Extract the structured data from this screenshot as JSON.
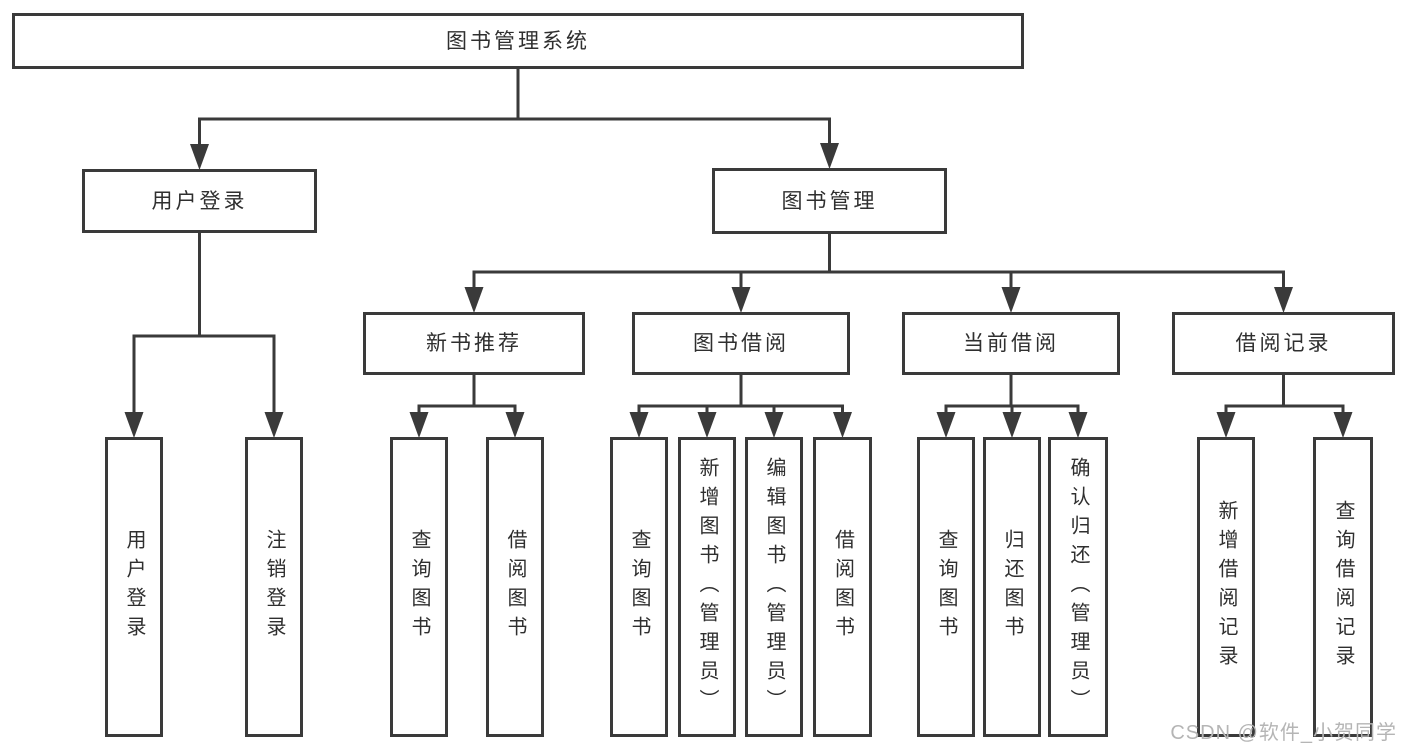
{
  "diagram": {
    "nodes": [
      {
        "id": "root",
        "label": "图书管理系统"
      },
      {
        "id": "user-login",
        "label": "用户登录"
      },
      {
        "id": "book-mgmt",
        "label": "图书管理"
      },
      {
        "id": "new-book-rec",
        "label": "新书推荐"
      },
      {
        "id": "book-borrow",
        "label": "图书借阅"
      },
      {
        "id": "current-borrow",
        "label": "当前借阅"
      },
      {
        "id": "borrow-records",
        "label": "借阅记录"
      },
      {
        "id": "leaf-user-login",
        "label": "用户登录"
      },
      {
        "id": "leaf-logout-login",
        "label": "注销登录"
      },
      {
        "id": "leaf-query-book-rec",
        "label": "查询图书"
      },
      {
        "id": "leaf-borrow-book-rec",
        "label": "借阅图书"
      },
      {
        "id": "leaf-query-book-borrow",
        "label": "查询图书"
      },
      {
        "id": "leaf-add-book",
        "label": "新增图书（管理员）"
      },
      {
        "id": "leaf-edit-book",
        "label": "编辑图书（管理员）"
      },
      {
        "id": "leaf-borrow-book",
        "label": "借阅图书"
      },
      {
        "id": "leaf-query-book-current",
        "label": "查询图书"
      },
      {
        "id": "leaf-return-book",
        "label": "归还图书"
      },
      {
        "id": "leaf-confirm-return",
        "label": "确认归还（管理员）"
      },
      {
        "id": "leaf-add-borrow-record",
        "label": "新增借阅记录"
      },
      {
        "id": "leaf-query-borrow-record",
        "label": "查询借阅记录"
      }
    ],
    "edges": [
      {
        "from": "root",
        "to": [
          "user-login",
          "book-mgmt"
        ]
      },
      {
        "from": "user-login",
        "to": [
          "leaf-user-login",
          "leaf-logout-login"
        ]
      },
      {
        "from": "book-mgmt",
        "to": [
          "new-book-rec",
          "book-borrow",
          "current-borrow",
          "borrow-records"
        ]
      },
      {
        "from": "new-book-rec",
        "to": [
          "leaf-query-book-rec",
          "leaf-borrow-book-rec"
        ]
      },
      {
        "from": "book-borrow",
        "to": [
          "leaf-query-book-borrow",
          "leaf-add-book",
          "leaf-edit-book",
          "leaf-borrow-book"
        ]
      },
      {
        "from": "current-borrow",
        "to": [
          "leaf-query-book-current",
          "leaf-return-book",
          "leaf-confirm-return"
        ]
      },
      {
        "from": "borrow-records",
        "to": [
          "leaf-add-borrow-record",
          "leaf-query-borrow-record"
        ]
      }
    ]
  },
  "watermark": {
    "text": "CSDN @软件_小贺同学"
  },
  "colors": {
    "line": "#3a3a3a",
    "text": "#2f2f2f",
    "watermark": "#b5b5b5",
    "background": "#ffffff"
  }
}
